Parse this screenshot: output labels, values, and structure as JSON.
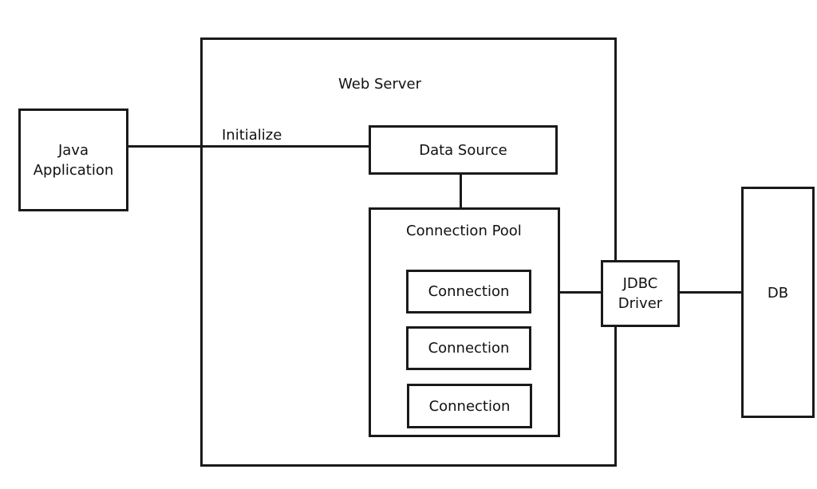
{
  "diagram": {
    "java_application": {
      "line1": "Java",
      "line2": "Application"
    },
    "web_server": {
      "label": "Web Server"
    },
    "initialize_label": "Initialize",
    "data_source": {
      "label": "Data Source"
    },
    "connection_pool": {
      "label": "Connection Pool",
      "connections": [
        "Connection",
        "Connection",
        "Connection"
      ]
    },
    "jdbc_driver": {
      "line1": "JDBC",
      "line2": "Driver"
    },
    "db": {
      "label": "DB"
    }
  }
}
